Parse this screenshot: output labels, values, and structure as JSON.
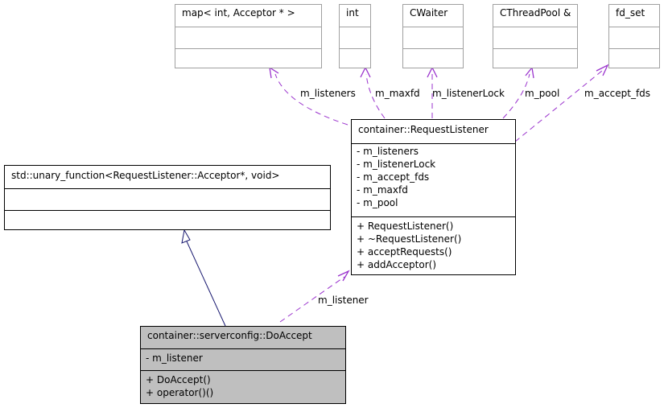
{
  "dependencies": {
    "map": {
      "name": "map< int, Acceptor * >"
    },
    "int": {
      "name": "int"
    },
    "cwaiter": {
      "name": "CWaiter"
    },
    "cthreadpool": {
      "name": "CThreadPool &"
    },
    "fdset": {
      "name": "fd_set"
    }
  },
  "edge_labels": {
    "listeners": "m_listeners",
    "maxfd": "m_maxfd",
    "listener_lock": "m_listenerLock",
    "pool": "m_pool",
    "accept_fds": "m_accept_fds",
    "listener": "m_listener"
  },
  "request_listener": {
    "name": "container::RequestListener",
    "attributes": [
      "- m_listeners",
      "- m_listenerLock",
      "- m_accept_fds",
      "- m_maxfd",
      "- m_pool"
    ],
    "methods": [
      "+ RequestListener()",
      "+ ~RequestListener()",
      "+ acceptRequests()",
      "+ addAcceptor()"
    ]
  },
  "unary_function": {
    "name": "std::unary_function<RequestListener::Acceptor*, void>"
  },
  "do_accept": {
    "name": "container::serverconfig::DoAccept",
    "attributes": [
      "- m_listener"
    ],
    "methods": [
      "+ DoAccept()",
      "+ operator()()"
    ]
  },
  "colors": {
    "dependency": "#9a32cd",
    "inheritance": "#191970",
    "highlight": "#bfbfbf"
  }
}
